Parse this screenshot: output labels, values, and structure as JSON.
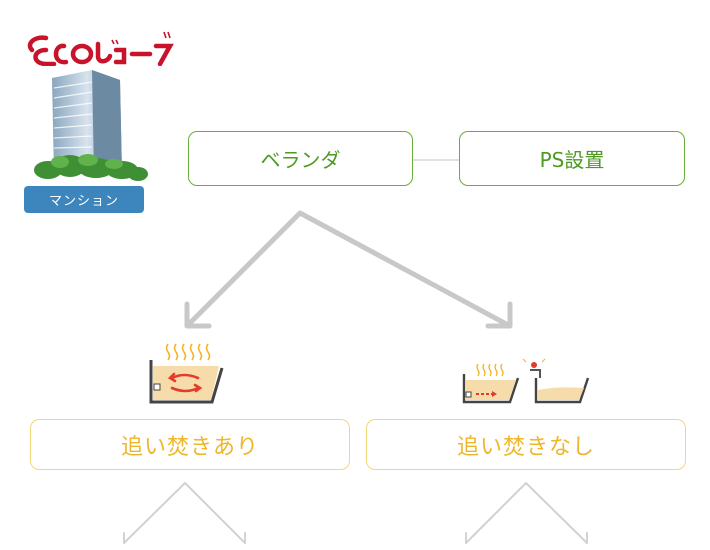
{
  "logo": {
    "text": "ecoジョーズ"
  },
  "building": {
    "label": "マンション"
  },
  "top_options": [
    {
      "label": "ベランダ"
    },
    {
      "label": "PS設置"
    }
  ],
  "bottom_options": [
    {
      "label": "追い焚きあり"
    },
    {
      "label": "追い焚きなし"
    }
  ],
  "colors": {
    "green": "#6aae3a",
    "yellow": "#f4d67a",
    "blue": "#3d86bd",
    "arrow": "#c8c8c8"
  }
}
